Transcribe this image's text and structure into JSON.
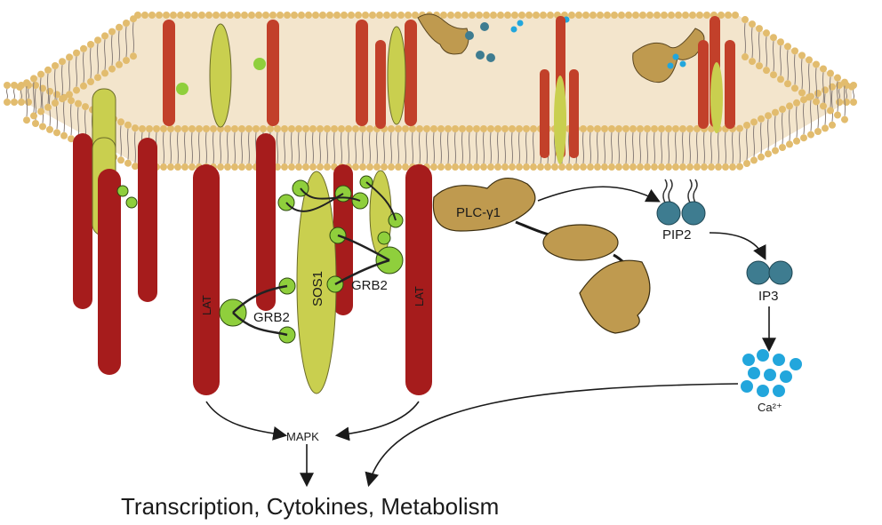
{
  "labels": {
    "plc": "PLC-γ1",
    "pip2": "PIP2",
    "ip3": "IP3",
    "ca": "Ca²⁺",
    "grb2_left": "GRB2",
    "grb2_right": "GRB2",
    "sos1": "SOS1",
    "lat_left": "LAT",
    "lat_right": "LAT",
    "mapk": "MAPK",
    "outcome": "Transcription, Cytokines, Metabolism"
  },
  "colors": {
    "membrane_fill": "#f3e5cc",
    "lipid_head": "#e2bc6e",
    "lipid_tail": "#8a7f79",
    "lat_red": "#a61c1c",
    "lat_dark": "#c2402a",
    "adapter_green": "#c9cf4f",
    "grb2_green": "#8fcf3c",
    "plc_tan": "#bf9a4f",
    "pip_blue": "#3e7c90",
    "calcium_blue": "#22a6dc",
    "arrow": "#1a1a1a"
  }
}
